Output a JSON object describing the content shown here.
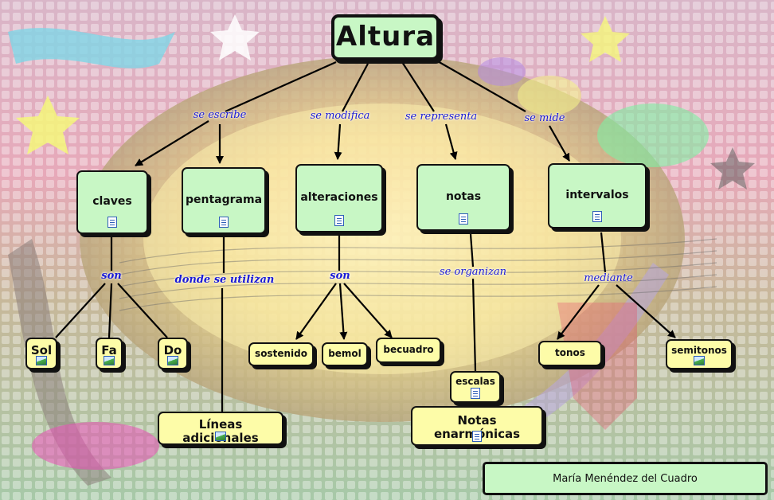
{
  "title": "Altura",
  "colors": {
    "concept_green": "#c8f7c5",
    "leaf_yellow": "#fdfca8",
    "link_blue": "#1a1ad6"
  },
  "concepts": {
    "claves": "claves",
    "pentagrama": "pentagrama",
    "alteraciones": "alteraciones",
    "notas": "notas",
    "intervalos": "intervalos"
  },
  "leaves": {
    "sol": "Sol",
    "fa": "Fa",
    "do": "Do",
    "lineas": "Líneas adicionales",
    "sostenido": "sostenido",
    "bemol": "bemol",
    "becuadro": "becuadro",
    "escalas": "escalas",
    "enarmonicas": "Notas enarmónicas",
    "tonos": "tonos",
    "semitonos": "semitonos"
  },
  "link_labels": {
    "se_escribe": "se escribe",
    "se_modifica": "se modifica",
    "se_representa": "se representa",
    "se_mide": "se mide",
    "son_claves": "son",
    "donde": "donde se utilizan",
    "son_alteraciones": "son",
    "se_organizan": "se organizan",
    "mediante": "mediante"
  },
  "author": "María Menéndez del Cuadro"
}
